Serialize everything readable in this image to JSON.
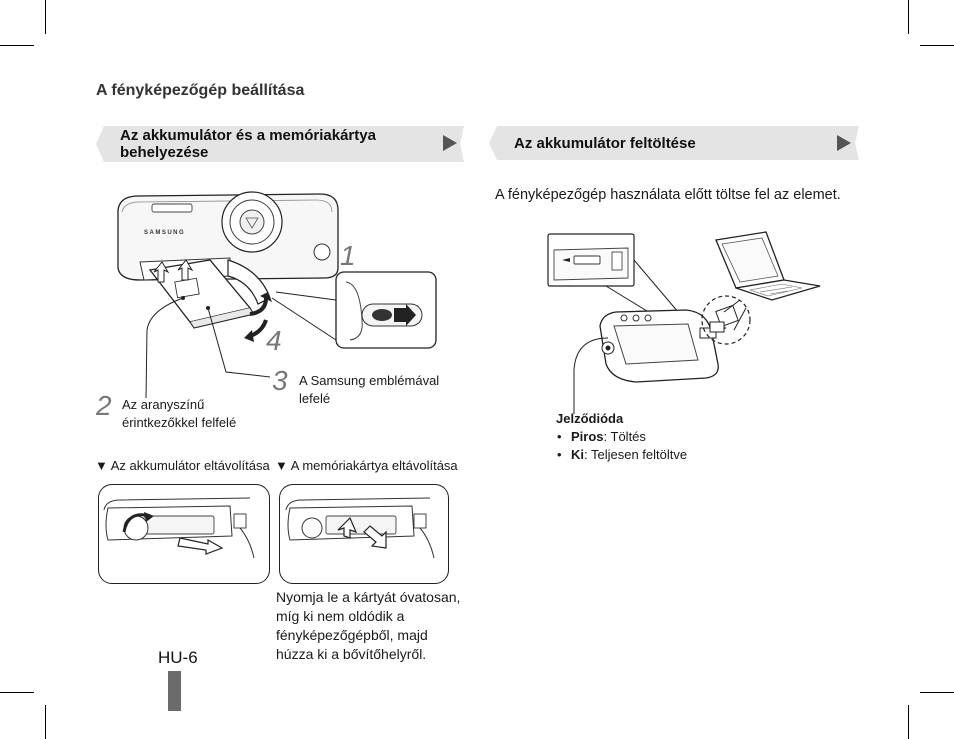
{
  "page": {
    "section_title": "A fényképezőgép beállítása",
    "page_number": "HU-6"
  },
  "left": {
    "banner": "Az akkumulátor és a memóriakártya behelyezése",
    "step1": "1",
    "step2": "2",
    "step3": "3",
    "step4": "4",
    "callout2": "Az aranyszínű érintkezőkkel felfelé",
    "callout3": "A Samsung emblémával lefelé",
    "camera_brand": "SAMSUNG",
    "removal_battery": "▼ Az akkumulátor eltávolítása",
    "removal_card": "▼ A memóriakártya eltávolítása",
    "card_instruction": "Nyomja le a kártyát óvatosan, míg ki nem oldódik a fényképezőgépből, majd húzza ki a bővítőhelyről."
  },
  "right": {
    "banner": "Az akkumulátor feltöltése",
    "intro": "A fényképezőgép használata előtt töltse fel az elemet.",
    "led_title": "Jelződióda",
    "led_items": [
      {
        "bullet": "•",
        "label": "Piros",
        "text": ": Töltés"
      },
      {
        "bullet": "•",
        "label": "Ki",
        "text": ": Teljesen feltöltve"
      }
    ]
  },
  "colors": {
    "banner_bg": "#e4e4e4",
    "tab": "#6b6b6b",
    "step_number": "#777777"
  }
}
